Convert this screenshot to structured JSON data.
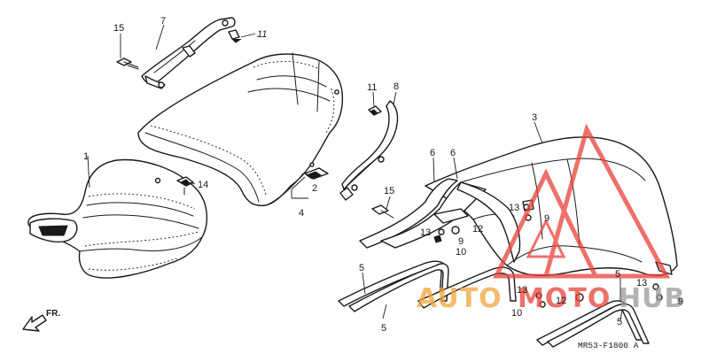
{
  "diagram": {
    "callouts": {
      "c1": "1",
      "c2": "2",
      "c3": "3",
      "c4": "4",
      "c5a": "5",
      "c5b": "5",
      "c5c": "5",
      "c5d": "5",
      "c6a": "6",
      "c6b": "6",
      "c7": "7",
      "c8": "8",
      "c9a": "9",
      "c9b": "9",
      "c9c": "9",
      "c10a": "10",
      "c10b": "10",
      "c11a": "11",
      "c11b": "11",
      "c12a": "12",
      "c12b": "12",
      "c13a": "13",
      "c13b": "13",
      "c13c": "13",
      "c13d": "13",
      "c14": "14",
      "c15a": "15",
      "c15b": "15"
    },
    "front_indicator": "FR.",
    "diagram_code": "MR53-F1800 A"
  },
  "watermark": {
    "text_left": "AUTO",
    "text_middle": "MOTO",
    "text_right": "HUB",
    "color_red": "#e8423a",
    "color_orange": "#f0a53a",
    "color_gray": "#9a9a9a"
  }
}
